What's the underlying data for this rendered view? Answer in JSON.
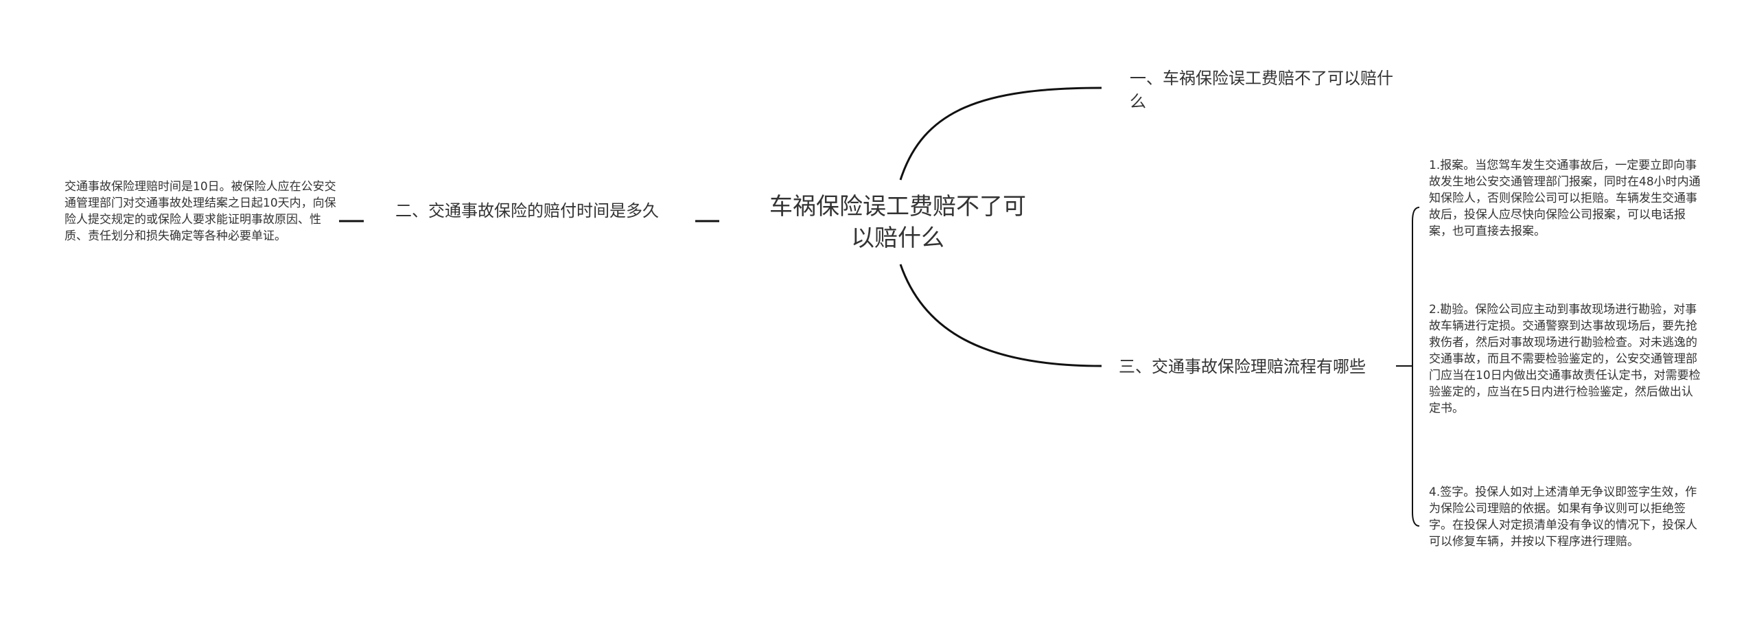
{
  "central": {
    "title": "车祸保险误工费赔不了可以赔什么"
  },
  "branches": [
    {
      "label": "一、车祸保险误工费赔不了可以赔什么"
    },
    {
      "label": "二、交通事故保险的赔付时间是多久",
      "children": [
        "交通事故保险理赔时间是10日。被保险人应在公安交通管理部门对交通事故处理结案之日起10天内，向保险人提交规定的或保险人要求能证明事故原因、性质、责任划分和损失确定等各种必要单证。"
      ]
    },
    {
      "label": "三、交通事故保险理赔流程有哪些",
      "children": [
        "1.报案。当您驾车发生交通事故后，一定要立即向事故发生地公安交通管理部门报案，同时在48小时内通知保险人，否则保险公司可以拒赔。车辆发生交通事故后，投保人应尽快向保险公司报案，可以电话报案，也可直接去报案。",
        "2.勘验。保险公司应主动到事故现场进行勘验，对事故车辆进行定损。交通警察到达事故现场后，要先抢救伤者，然后对事故现场进行勘验检查。对未逃逸的交通事故，而且不需要检验鉴定的，公安交通管理部门应当在10日内做出交通事故责任认定书，对需要检验鉴定的，应当在5日内进行检验鉴定，然后做出认定书。",
        "4.签字。投保人如对上述清单无争议即签字生效，作为保险公司理赔的依据。如果有争议则可以拒绝签字。在投保人对定损清单没有争议的情况下，投保人可以修复车辆，并按以下程序进行理赔。"
      ]
    }
  ],
  "colors": {
    "line": "#111111",
    "text": "#333333",
    "background": "#ffffff"
  }
}
